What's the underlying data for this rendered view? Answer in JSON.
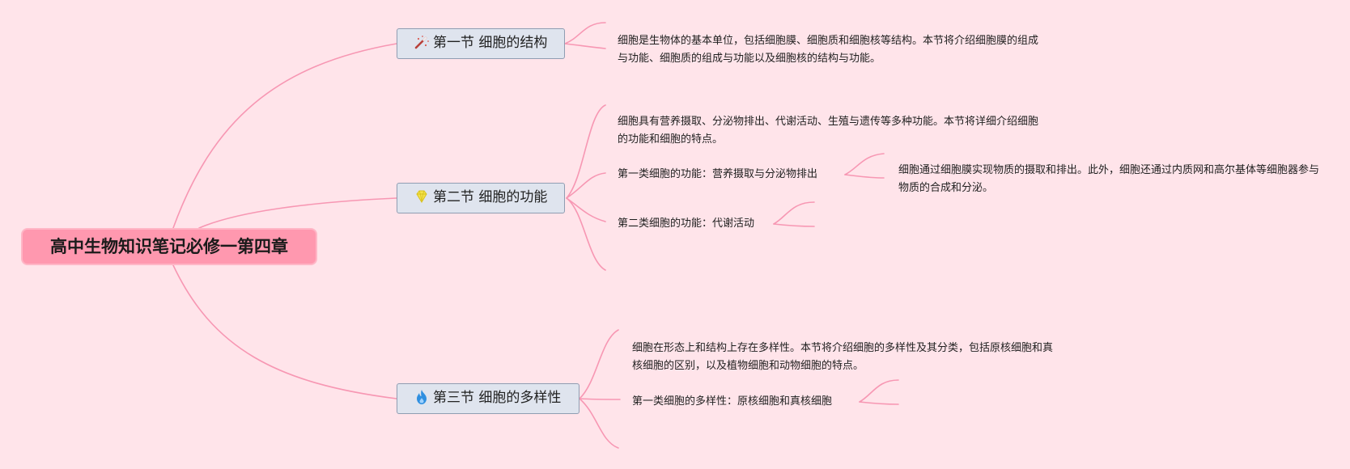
{
  "root": {
    "title": "高中生物知识笔记必修一第四章"
  },
  "sections": [
    {
      "title": "第一节 细胞的结构",
      "icon": "magic-wand-icon",
      "note": "细胞是生物体的基本单位，包括细胞膜、细胞质和细胞核等结构。本节将介绍细胞膜的组成与功能、细胞质的组成与功能以及细胞核的结构与功能。"
    },
    {
      "title": "第二节 细胞的功能",
      "icon": "gem-icon",
      "note": "细胞具有营养摄取、分泌物排出、代谢活动、生殖与遗传等多种功能。本节将详细介绍细胞的功能和细胞的特点。",
      "subs": [
        {
          "label": "第一类细胞的功能：营养摄取与分泌物排出",
          "detail": "细胞通过细胞膜实现物质的摄取和排出。此外，细胞还通过内质网和高尔基体等细胞器参与物质的合成和分泌。"
        },
        {
          "label": "第二类细胞的功能：代谢活动"
        }
      ]
    },
    {
      "title": "第三节 细胞的多样性",
      "icon": "flame-icon",
      "note": "细胞在形态上和结构上存在多样性。本节将介绍细胞的多样性及其分类，包括原核细胞和真核细胞的区别，以及植物细胞和动物细胞的特点。",
      "subs": [
        {
          "label": "第一类细胞的多样性：原核细胞和真核细胞"
        }
      ]
    }
  ],
  "colors": {
    "background": "#ffe4ea",
    "root_fill": "#ff98af",
    "topic_fill": "#dfe4ee",
    "topic_border": "#8f9db2",
    "connector": "#f797b3"
  }
}
